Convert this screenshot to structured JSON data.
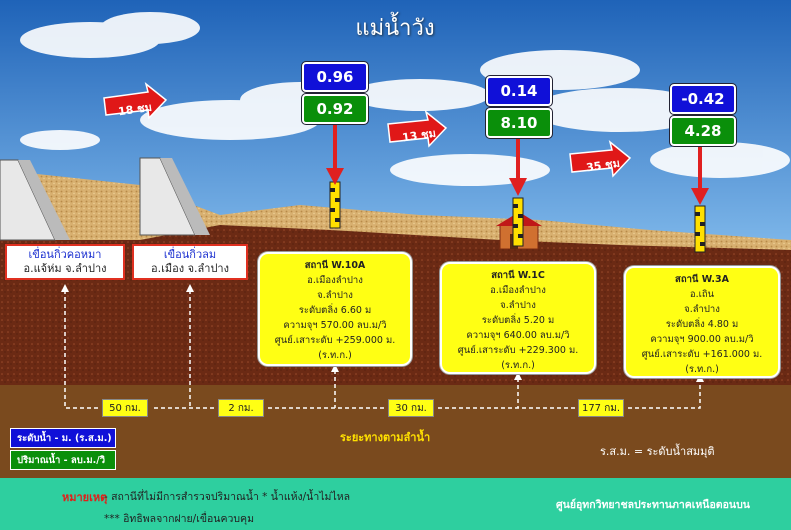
{
  "title": "แม่น้ำวัง",
  "travel_times": [
    "18 ชม",
    "13 ชม",
    "35 ชม"
  ],
  "stations": [
    {
      "level": "0.96",
      "flow": "0.92",
      "name": "สถานี W.10A",
      "lines": [
        "อ.เมืองลำปาง",
        "จ.ลำปาง",
        "ระดับตลิ่ง 6.60 ม",
        "ความจุฯ 570.00 ลบ.ม/วิ",
        "ศูนย์.เสาระดับ +259.000 ม.(ร.ท.ก.)"
      ]
    },
    {
      "level": "0.14",
      "flow": "8.10",
      "name": "สถานี W.1C",
      "lines": [
        "อ.เมืองลำปาง",
        "จ.ลำปาง",
        "ระดับตลิ่ง 5.20 ม",
        "ความจุฯ 640.00 ลบ.ม/วิ",
        "ศูนย์.เสาระดับ +229.300 ม.(ร.ท.ก.)"
      ]
    },
    {
      "level": "-0.42",
      "flow": "4.28",
      "name": "สถานี W.3A",
      "lines": [
        "อ.เถิน",
        "จ.ลำปาง",
        "ระดับตลิ่ง 4.80 ม",
        "ความจุฯ 900.00 ลบ.ม/วิ",
        "ศูนย์.เสาระดับ +161.000 ม.(ร.ท.ก.)"
      ]
    }
  ],
  "dams": [
    {
      "line1": "เขื่อนกิ่วคอหมา",
      "line2": "อ.แจ้ห่ม จ.ลำปาง"
    },
    {
      "line1": "เขื่อนกิ่วลม",
      "line2": "อ.เมือง จ.ลำปาง"
    }
  ],
  "distances": [
    "50 กม.",
    "2 กม.",
    "30 กม.",
    "177 กม."
  ],
  "distance_caption": "ระยะทางตามลำน้ำ",
  "legend": {
    "level": "ระดับน้ำ - ม. (ร.ส.ม.)",
    "flow": "ปริมาณน้ำ - ลบ.ม./วิ"
  },
  "rsm_note": "ร.ส.ม. = ระดับน้ำสมมุติ",
  "footer": {
    "label": "หมายเหตุ",
    "note1": "-  สถานีที่ไม่มีการสำรวจปริมาณน้ำ     *  น้ำแห้ง/น้ำไม่ไหล",
    "note2": "*** อิทธิพลจากฝาย/เขื่อนควบคุม",
    "center": "ศูนย์อุทกวิทยาชลประทานภาคเหนือตอนบน"
  },
  "colors": {
    "level_box": "#1010d8",
    "flow_box": "#0a8f0a",
    "station_box": "#ffff14",
    "arrow": "#e02020",
    "footer": "#2ecf9f"
  }
}
